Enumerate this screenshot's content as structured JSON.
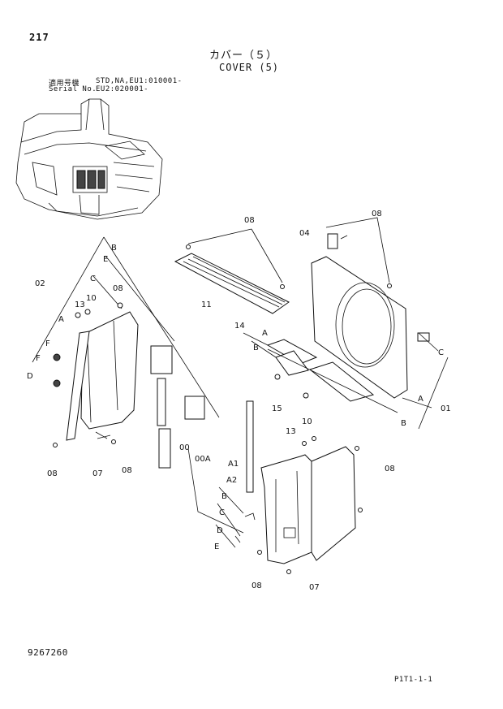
{
  "header": {
    "page_number": "217",
    "title_jp": "カバー（５）",
    "title_en": "COVER (5)"
  },
  "serial": {
    "row1_label": "適用号機",
    "row1_value": "STD,NA,EU1:010001-",
    "row2_label": "Serial No.",
    "row2_value": "EU2:020001-"
  },
  "diagram": {
    "callouts": {
      "c08_top": "08",
      "c08_tr": "08",
      "c04": "04",
      "c11": "11",
      "c02": "02",
      "c14": "14",
      "cA_14": "A",
      "cB_14": "B",
      "cB_left": "B",
      "cE_left": "E",
      "cC_left": "C",
      "c08_left": "08",
      "c13_left": "13",
      "c10_left": "10",
      "cA_left": "A",
      "cF1": "F",
      "cF2": "F",
      "cD_left": "D",
      "c08_bl": "08",
      "c07_bl": "07",
      "c08_bl2": "08",
      "cC_right": "C",
      "cA_right": "A",
      "c01": "01",
      "cB_right": "B",
      "c15": "15",
      "c13_mid": "13",
      "c10_mid": "10",
      "c00": "00",
      "c00A": "00A",
      "cA1": "A1",
      "cA2": "A2",
      "cB_low": "B",
      "cC_low": "C",
      "cD_low": "D",
      "cE_low": "E",
      "c08_right": "08",
      "c08_bot": "08",
      "c07_bot": "07"
    }
  },
  "footer": {
    "doc_number": "9267260",
    "page_ref": "P1T1-1-1"
  }
}
